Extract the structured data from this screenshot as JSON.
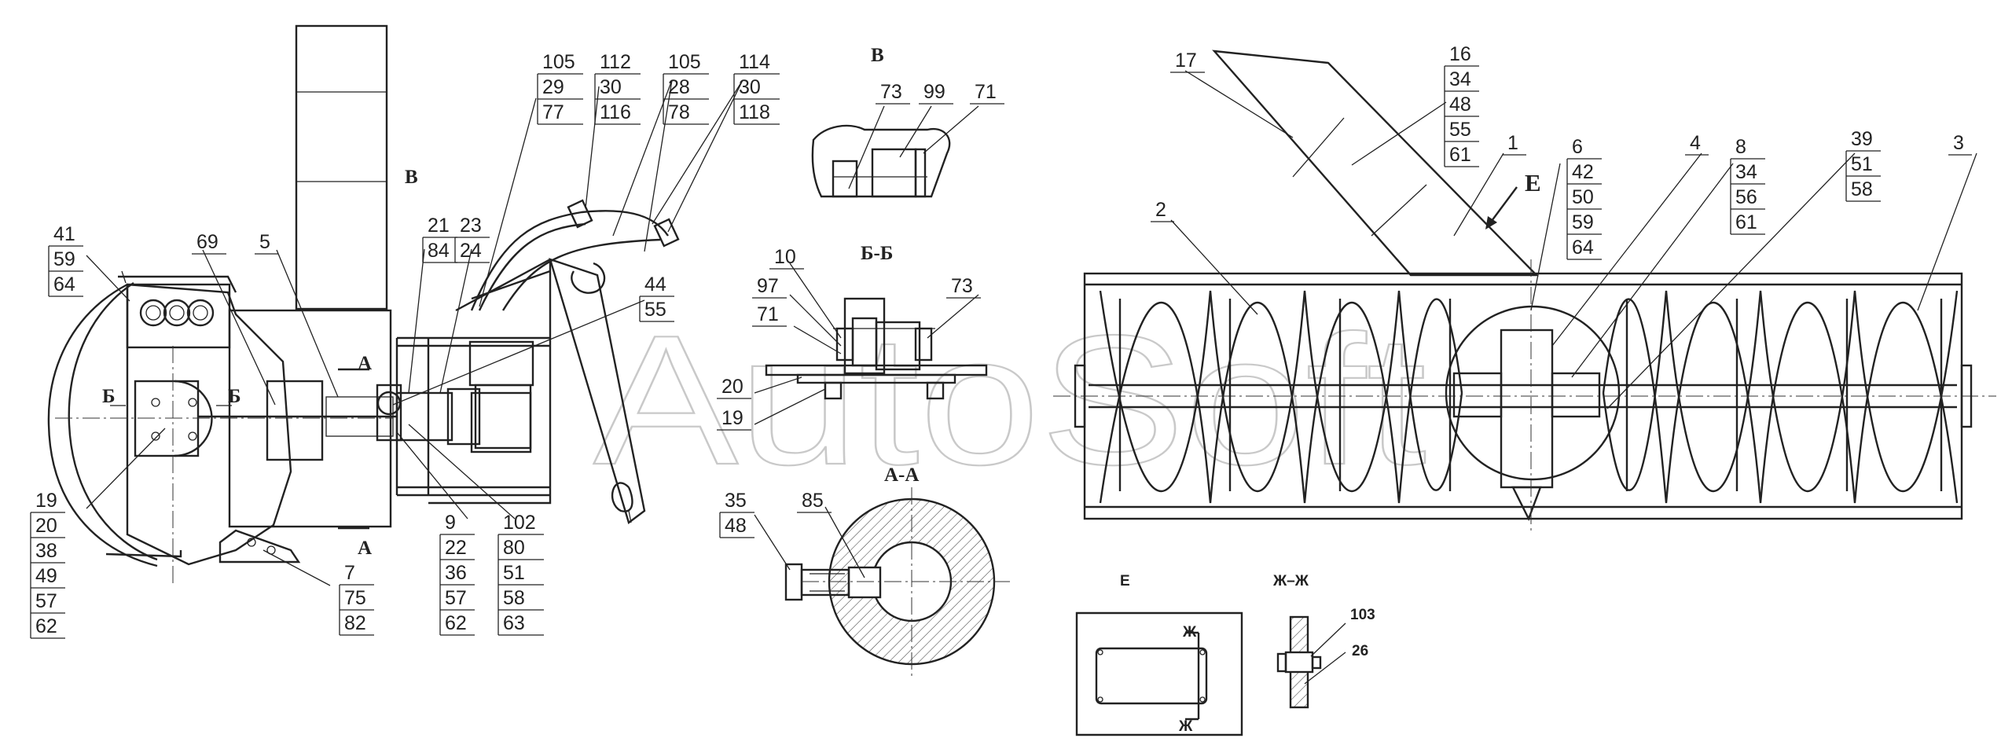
{
  "watermark": "AutoSoft",
  "sections": {
    "v": "В",
    "b_b": "Б-Б",
    "a_a": "А-А",
    "e": "Е",
    "zh_zh": "Ж–Ж",
    "e_arrow": "Е",
    "a_top": "А",
    "a_bottom": "А",
    "b_left": "Б",
    "b_right": "Б",
    "zh_top": "Ж",
    "zh_bottom": "Ж",
    "v_marker": "В"
  },
  "callouts": [
    {
      "id": "c41",
      "lines": [
        "41",
        "59",
        "64"
      ]
    },
    {
      "id": "c69",
      "lines": [
        "69"
      ]
    },
    {
      "id": "c5",
      "lines": [
        "5"
      ]
    },
    {
      "id": "c105a",
      "lines": [
        "105",
        "29",
        "77"
      ]
    },
    {
      "id": "c112",
      "lines": [
        "112",
        "30",
        "116"
      ]
    },
    {
      "id": "c105b",
      "lines": [
        "105",
        "28",
        "78"
      ]
    },
    {
      "id": "c114",
      "lines": [
        "114",
        "30",
        "118"
      ]
    },
    {
      "id": "c21",
      "lines": [
        "21",
        "84"
      ]
    },
    {
      "id": "c23",
      "lines": [
        "23",
        "24"
      ]
    },
    {
      "id": "c44",
      "lines": [
        "44",
        "55"
      ]
    },
    {
      "id": "c19",
      "lines": [
        "19",
        "20",
        "38",
        "49",
        "57",
        "62"
      ]
    },
    {
      "id": "c7",
      "lines": [
        "7",
        "75",
        "82"
      ]
    },
    {
      "id": "c9",
      "lines": [
        "9",
        "22",
        "36",
        "57",
        "62"
      ]
    },
    {
      "id": "c102",
      "lines": [
        "102",
        "80",
        "51",
        "58",
        "63"
      ]
    },
    {
      "id": "c73v",
      "lines": [
        "73"
      ]
    },
    {
      "id": "c99",
      "lines": [
        "99"
      ]
    },
    {
      "id": "c71v",
      "lines": [
        "71"
      ]
    },
    {
      "id": "c10",
      "lines": [
        "10"
      ]
    },
    {
      "id": "c97",
      "lines": [
        "97"
      ]
    },
    {
      "id": "c71b",
      "lines": [
        "71"
      ]
    },
    {
      "id": "c73b",
      "lines": [
        "73"
      ]
    },
    {
      "id": "c20b",
      "lines": [
        "20"
      ]
    },
    {
      "id": "c19b",
      "lines": [
        "19"
      ]
    },
    {
      "id": "c35",
      "lines": [
        "35",
        "48"
      ]
    },
    {
      "id": "c85",
      "lines": [
        "85"
      ]
    },
    {
      "id": "c17",
      "lines": [
        "17"
      ]
    },
    {
      "id": "c16",
      "lines": [
        "16",
        "34",
        "48",
        "55",
        "61"
      ]
    },
    {
      "id": "c1",
      "lines": [
        "1"
      ]
    },
    {
      "id": "c6",
      "lines": [
        "6",
        "42",
        "50",
        "59",
        "64"
      ]
    },
    {
      "id": "c4",
      "lines": [
        "4"
      ]
    },
    {
      "id": "c8",
      "lines": [
        "8",
        "34",
        "56",
        "61"
      ]
    },
    {
      "id": "c39",
      "lines": [
        "39",
        "51",
        "58"
      ]
    },
    {
      "id": "c3",
      "lines": [
        "3"
      ]
    },
    {
      "id": "c2",
      "lines": [
        "2"
      ]
    },
    {
      "id": "c103",
      "lines": [
        "103"
      ]
    },
    {
      "id": "c26",
      "lines": [
        "26"
      ]
    }
  ]
}
